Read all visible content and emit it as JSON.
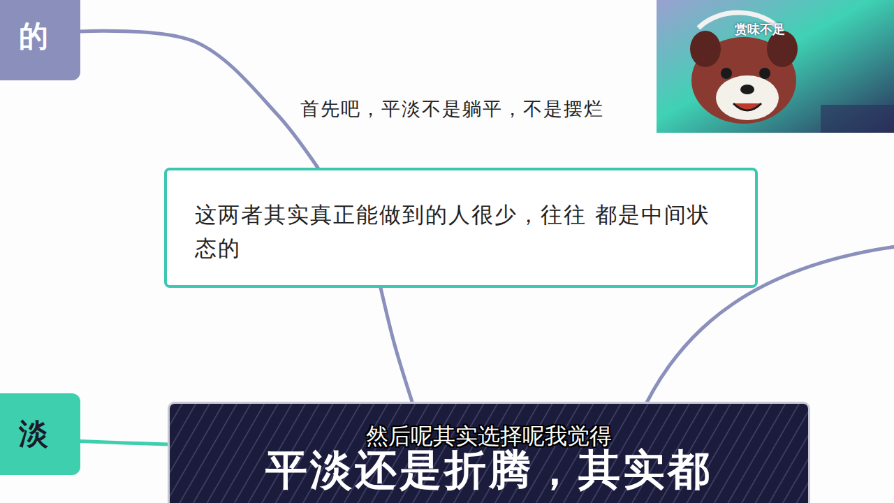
{
  "diagram": {
    "nodes": [
      {
        "text": [
          "的"
        ]
      },
      {
        "text": [
          "这两者其实真正能做到的人很少，往往 都是中间状态的"
        ]
      },
      {
        "text": [
          "淡"
        ]
      },
      {
        "text": [
          "平淡还是折腾，其实都"
        ]
      }
    ],
    "edges": [
      {
        "from": 0,
        "to": 1,
        "arrow": "none"
      },
      {
        "from": 1,
        "to": 3,
        "arrow": "none"
      },
      {
        "from": 2,
        "to": 3,
        "arrow": "none"
      }
    ],
    "labels": [
      "首先吧，平淡不是躺平，不是摆烂",
      "然后呢其实选择呢我觉得",
      "赏味不足"
    ]
  }
}
